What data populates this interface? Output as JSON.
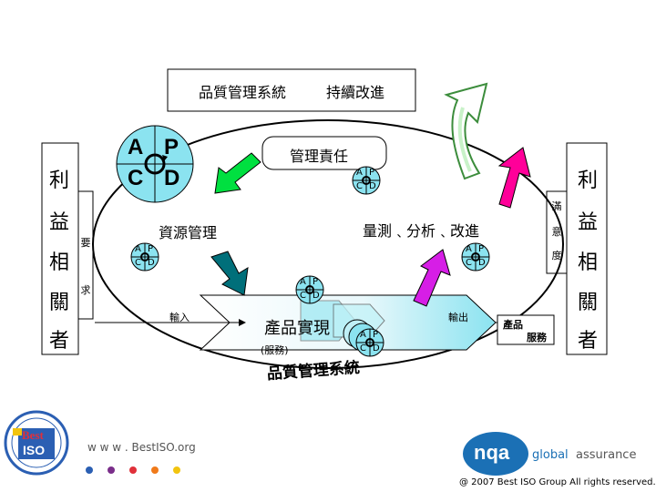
{
  "banner": {
    "title": "品質管理系統",
    "subtitle": "持續改進"
  },
  "left_stakeholders": [
    "利",
    "益",
    "相",
    "關",
    "者"
  ],
  "right_stakeholders": [
    "利",
    "益",
    "相",
    "關",
    "者"
  ],
  "left_requirements": [
    "要",
    "求"
  ],
  "right_satisfaction": [
    "滿",
    "意",
    "度"
  ],
  "processes": {
    "management": "管理責任",
    "resources": "資源管理",
    "measurement": "量測﹑分析﹑改進",
    "realization": "產品實現",
    "service": "(服務)"
  },
  "flows": {
    "input": "輸入",
    "output": "輸出"
  },
  "product": {
    "line1": "產品",
    "line2": "服務"
  },
  "pdca": {
    "a": "A",
    "p": "P",
    "c": "C",
    "d": "D"
  },
  "system_label": "品質管理系統",
  "footer": {
    "website": "w w w . BestISO.org",
    "nqa_brand": "nqa",
    "nqa_tagline_a": "global",
    "nqa_tagline_b": "assurance",
    "copyright": "@ 2007 Best ISO Group  All rights reserved.",
    "logo_word1": "Best",
    "logo_word2": "ISO"
  },
  "colors": {
    "cyan": "#00e5ff",
    "pink": "#ff0099",
    "green": "#00e040",
    "teal": "#006f7a",
    "magenta": "#d61ee6",
    "wheel_bg": "#8be3f0",
    "loop_green": "#3c8d3c"
  }
}
